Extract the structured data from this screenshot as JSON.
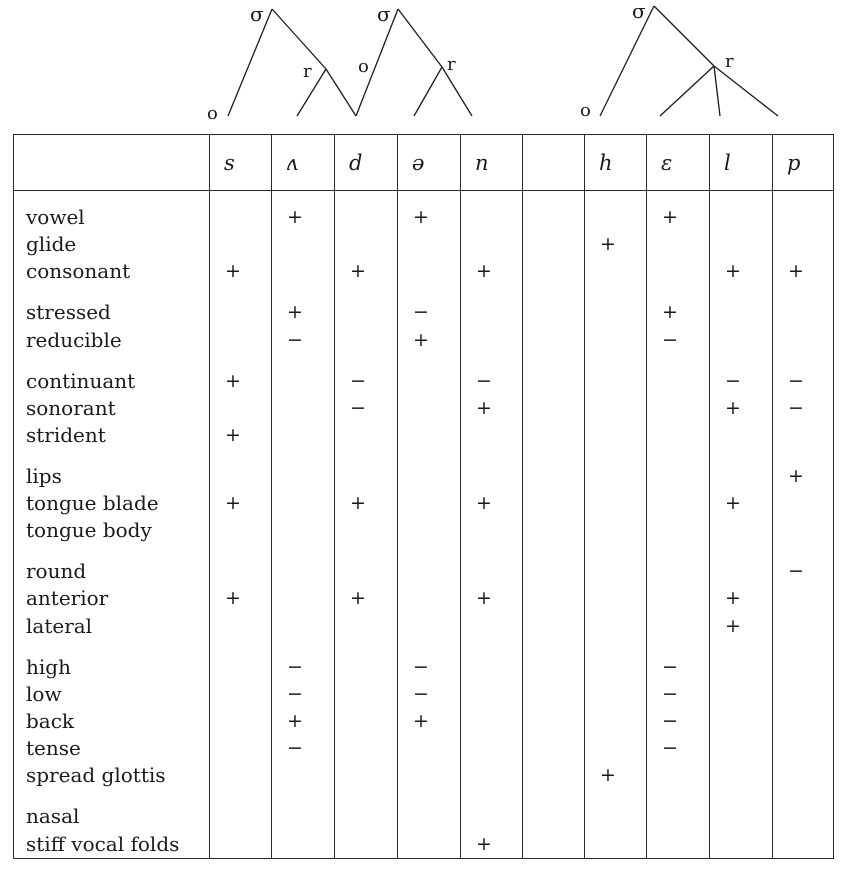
{
  "tree": {
    "sigma": "σ",
    "onset": "o",
    "rhyme": "r"
  },
  "table": {
    "header_label": "",
    "segments": [
      {
        "symbol": "s",
        "values": [
          "",
          "",
          "+",
          "",
          "",
          "+",
          "",
          "+",
          "",
          "+",
          "",
          "",
          "+",
          "",
          "",
          "",
          "",
          "",
          "",
          "",
          "",
          "+"
        ]
      },
      {
        "symbol": "ʌ",
        "values": [
          "+",
          "",
          "",
          "+",
          "−",
          "",
          "",
          "",
          "",
          "",
          "",
          "",
          "",
          "",
          "−",
          "−",
          "+",
          "−",
          "",
          "",
          "",
          ""
        ]
      },
      {
        "symbol": "d",
        "values": [
          "",
          "",
          "+",
          "",
          "",
          "−",
          "−",
          "",
          "",
          "+",
          "",
          "",
          "+",
          "",
          "",
          "",
          "",
          "",
          "",
          "",
          "",
          "−"
        ]
      },
      {
        "symbol": "ə",
        "values": [
          "+",
          "",
          "",
          "−",
          "+",
          "",
          "",
          "",
          "",
          "",
          "",
          "",
          "",
          "",
          "−",
          "−",
          "+",
          "",
          "",
          "",
          "",
          ""
        ]
      },
      {
        "symbol": "n",
        "values": [
          "",
          "",
          "+",
          "",
          "",
          "−",
          "+",
          "",
          "",
          "+",
          "",
          "",
          "+",
          "",
          "",
          "",
          "",
          "",
          "",
          "",
          "+",
          ""
        ]
      },
      {
        "symbol": "",
        "values": [
          "",
          "",
          "",
          "",
          "",
          "",
          "",
          "",
          "",
          "",
          "",
          "",
          "",
          "",
          "",
          "",
          "",
          "",
          "",
          "",
          "",
          ""
        ]
      },
      {
        "symbol": "h",
        "values": [
          "",
          "+",
          "",
          "",
          "",
          "",
          "",
          "",
          "",
          "",
          "",
          "",
          "",
          "",
          "",
          "",
          "",
          "",
          "+",
          "",
          "",
          ""
        ]
      },
      {
        "symbol": "ɛ",
        "values": [
          "+",
          "",
          "",
          "+",
          "−",
          "",
          "",
          "",
          "",
          "",
          "",
          "",
          "",
          "",
          "−",
          "−",
          "−",
          "−",
          "",
          "",
          "",
          ""
        ]
      },
      {
        "symbol": "l",
        "values": [
          "",
          "",
          "+",
          "",
          "",
          "−",
          "+",
          "",
          "",
          "+",
          "",
          "",
          "+",
          "+",
          "",
          "",
          "",
          "",
          "",
          "",
          "",
          ""
        ]
      },
      {
        "symbol": "p",
        "values": [
          "",
          "",
          "+",
          "",
          "",
          "−",
          "−",
          "",
          "+",
          "",
          "",
          "−",
          "",
          "",
          "",
          "",
          "",
          "",
          "",
          "",
          "",
          "+"
        ]
      }
    ],
    "feature_groups": [
      [
        "vowel",
        "glide",
        "consonant"
      ],
      [
        "stressed",
        "reducible"
      ],
      [
        "continuant",
        "sonorant",
        "strident"
      ],
      [
        "lips",
        "tongue blade",
        "tongue body"
      ],
      [
        "round",
        "anterior",
        "lateral"
      ],
      [
        "high",
        "low",
        "back",
        "tense",
        "spread glottis"
      ],
      [
        "nasal",
        "stiff vocal folds"
      ]
    ]
  }
}
